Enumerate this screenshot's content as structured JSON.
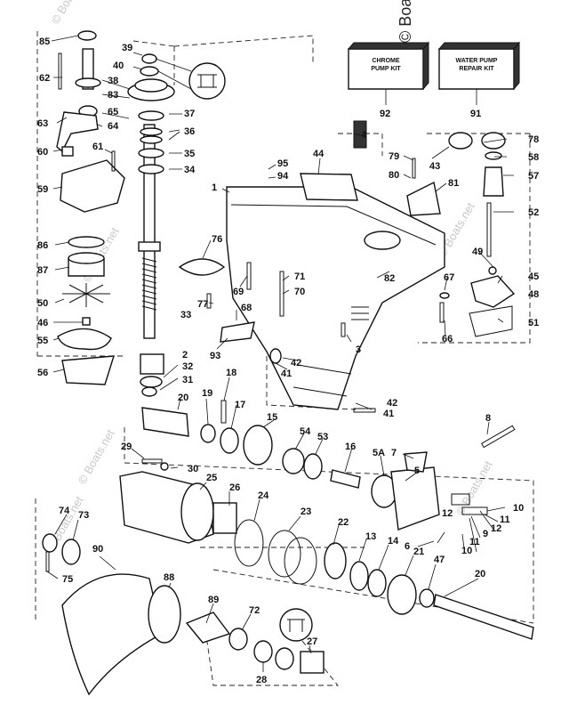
{
  "watermark": {
    "corner": "© Boats.net",
    "repeated": "© Boats.net"
  },
  "kits": [
    {
      "id": "92",
      "line1": "CHROME",
      "line2": "PUMP KIT"
    },
    {
      "id": "91",
      "line1": "WATER PUMP",
      "line2": "REPAIR KIT"
    }
  ],
  "callouts": {
    "c85": "85",
    "c62": "62",
    "c39": "39",
    "c40": "40",
    "c38": "38",
    "c83": "83",
    "c65": "65",
    "c64": "64",
    "c63": "63",
    "c37": "37",
    "c36": "36",
    "c35": "35",
    "c34": "34",
    "c60": "60",
    "c61": "61",
    "c59": "59",
    "c92": "92",
    "c91": "91",
    "c4": "4",
    "c44": "44",
    "c95": "95",
    "c94": "94",
    "c1": "1",
    "c79": "79",
    "c80": "80",
    "c81": "81",
    "c43": "43",
    "c78": "78",
    "c58": "58",
    "c57": "57",
    "c52": "52",
    "c86": "86",
    "c87": "87",
    "c50": "50",
    "c46": "46",
    "c55": "55",
    "c56": "56",
    "c76": "76",
    "c69": "69",
    "c71": "71",
    "c70": "70",
    "c82": "82",
    "c67": "67",
    "c49": "49",
    "c45": "45",
    "c48": "48",
    "c51": "51",
    "c66": "66",
    "c77": "77",
    "c33": "33",
    "c68": "68",
    "c93": "93",
    "c3": "3",
    "c42": "42",
    "c41": "41",
    "c2": "2",
    "c32": "32",
    "c31": "31",
    "c18": "18",
    "c20": "20",
    "c19": "19",
    "c17": "17",
    "c42b": "42",
    "c41b": "41",
    "c15": "15",
    "c54": "54",
    "c53": "53",
    "c16": "16",
    "c8": "8",
    "c7": "7",
    "c5a": "5A",
    "c5": "5",
    "c29": "29",
    "c30": "30",
    "c25": "25",
    "c26": "26",
    "c24": "24",
    "c23": "23",
    "c22": "22",
    "c13": "13",
    "c14": "14",
    "c21": "21",
    "c47": "47",
    "c20b": "20",
    "c10": "10",
    "c11": "11",
    "c12": "12",
    "c9": "9",
    "c12b": "12",
    "c11b": "11",
    "c6": "6",
    "c10b": "10",
    "c74": "74",
    "c73": "73",
    "c75": "75",
    "c90": "90",
    "c88": "88",
    "c89": "89",
    "c72": "72",
    "c27": "27",
    "c28": "28"
  }
}
